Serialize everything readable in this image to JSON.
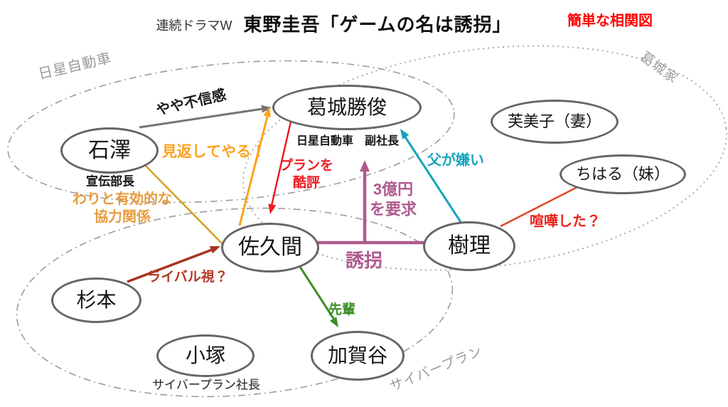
{
  "header": {
    "series_label": "連続ドラマW",
    "title": "東野圭吾「ゲームの名は誘拐」",
    "note": "簡単な相関図",
    "note_color": "#ff0000"
  },
  "groups": [
    {
      "id": "nissei",
      "label": "日星自動車",
      "border_style": "dash-dot",
      "color": "#9b9b9b"
    },
    {
      "id": "katsuragi",
      "label": "葛城家",
      "border_style": "dotted",
      "color": "#a3a3a3"
    },
    {
      "id": "cyberplan",
      "label": "サイバープラン",
      "border_style": "dash-dot",
      "color": "#9b9b9b"
    }
  ],
  "nodes": [
    {
      "id": "ishizawa",
      "name": "石澤",
      "subtitle": "宣伝部長"
    },
    {
      "id": "katsuragi_katsutoshi",
      "name": "葛城勝俊",
      "subtitle": "日星自動車　副社長"
    },
    {
      "id": "fumiko",
      "name": "芙美子（妻）",
      "subtitle": ""
    },
    {
      "id": "chiharu",
      "name": "ちはる（妹）",
      "subtitle": ""
    },
    {
      "id": "sakuma",
      "name": "佐久間",
      "subtitle": ""
    },
    {
      "id": "juri",
      "name": "樹理",
      "subtitle": ""
    },
    {
      "id": "sugimoto",
      "name": "杉本",
      "subtitle": ""
    },
    {
      "id": "kozuka",
      "name": "小塚",
      "subtitle": "サイバープラン社長"
    },
    {
      "id": "kagaya",
      "name": "加賀谷",
      "subtitle": ""
    }
  ],
  "edges": [
    {
      "from": "石澤",
      "to": "葛城勝俊",
      "label": "やや不信感",
      "arrow": true,
      "color": "#757575",
      "label_color": "#1c1c1c"
    },
    {
      "from": "石澤",
      "to": "佐久間",
      "label": "わりと有効的な\n協力関係",
      "arrow": false,
      "color": "#d5a021",
      "label_color": "#e89c40"
    },
    {
      "from": "佐久間",
      "to": "葛城勝俊",
      "label": "見返してやる！",
      "arrow": true,
      "color": "#ffa11e",
      "label_color": "#ffa11e"
    },
    {
      "from": "葛城勝俊",
      "to": "佐久間",
      "label": "プランを\n酷評",
      "arrow": true,
      "color": "#ed1c24",
      "label_color": "#ed1c24"
    },
    {
      "from": "誘拐ライン",
      "to": "葛城勝俊",
      "label": "3億円\nを要求",
      "arrow": true,
      "color": "#af5a8d",
      "label_color": "#af5a8d"
    },
    {
      "from": "佐久間",
      "to": "樹理",
      "label": "誘拐",
      "arrow": false,
      "color": "#af5a8d",
      "label_color": "#af5a8d"
    },
    {
      "from": "樹理",
      "to": "葛城勝俊",
      "label": "父が嫌い",
      "arrow": true,
      "color": "#16a3bc",
      "label_color": "#16a3bc"
    },
    {
      "from": "樹理",
      "to": "ちはる（妹）",
      "label": "喧嘩した？",
      "arrow": false,
      "color": "#e2452f",
      "label_color": "#e8221b"
    },
    {
      "from": "杉本",
      "to": "佐久間",
      "label": "ライバル視？",
      "arrow": true,
      "color": "#a83420",
      "label_color": "#b03a26"
    },
    {
      "from": "佐久間",
      "to": "加賀谷",
      "label": "先輩",
      "arrow": true,
      "color": "#3e8e27",
      "label_color": "#3e8e27"
    }
  ]
}
